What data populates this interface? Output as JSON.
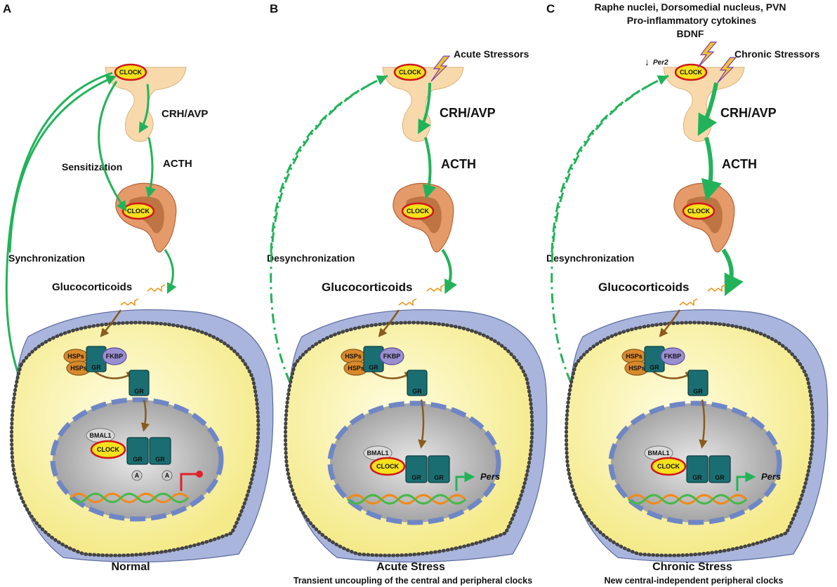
{
  "colors": {
    "green_arrow": "#22b35a",
    "brown_arrow": "#8a5a1e",
    "clock_fill": "#f5e11c",
    "clock_stroke": "#d01818",
    "gr_fill": "#1a6e72",
    "hsp_fill": "#d9892a",
    "fkbp_fill": "#9a8fd0",
    "bmal_fill": "#d9d9d9",
    "cytoplasm": "#fbf6b0",
    "membrane": "#a9b5dc",
    "nucleus": "#b0b0b0",
    "hypothalamus": "#f7d9ac",
    "pituitary": "#e59a6a",
    "red_block": "#e0202a",
    "bolt": "#f1c232"
  },
  "panels": [
    {
      "letter": "A",
      "clock": "CLOCK",
      "crh": "CRH/AVP",
      "acth": "ACTH",
      "gluco": "Glucocorticoids",
      "side_label_1": "Sensitization",
      "side_label_2": "Synchronization",
      "hsps_1": "HSPs",
      "hsps_2": "HSPs",
      "gr": "GR",
      "fkbp": "FKBP",
      "bmal": "BMAL1",
      "a_marker": "A",
      "title": "Normal",
      "subtitle": ""
    },
    {
      "letter": "B",
      "clock": "CLOCK",
      "crh": "CRH/AVP",
      "acth": "ACTH",
      "gluco": "Glucocorticoids",
      "stressor": "Acute Stressors",
      "side_label": "Desynchronization",
      "hsps_1": "HSPs",
      "hsps_2": "HSPs",
      "gr": "GR",
      "fkbp": "FKBP",
      "bmal": "BMAL1",
      "pers": "Pers",
      "title": "Acute Stress",
      "subtitle": "Transient uncoupling of the central and peripheral clocks"
    },
    {
      "letter": "C",
      "clock": "CLOCK",
      "crh": "CRH/AVP",
      "acth": "ACTH",
      "gluco": "Glucocorticoids",
      "header_1": "Raphe nuclei, Dorsomedial nucleus, PVN",
      "header_2": "Pro-inflammatory cytokines",
      "header_3": "BDNF",
      "per2_arrow": "↓",
      "per2": "Per2",
      "stressor": "Chronic Stressors",
      "side_label": "Desynchronization",
      "hsps_1": "HSPs",
      "hsps_2": "HSPs",
      "gr": "GR",
      "fkbp": "FKBP",
      "bmal": "BMAL1",
      "pers": "Pers",
      "title": "Chronic Stress",
      "subtitle": "New central-independent peripheral clocks"
    }
  ]
}
